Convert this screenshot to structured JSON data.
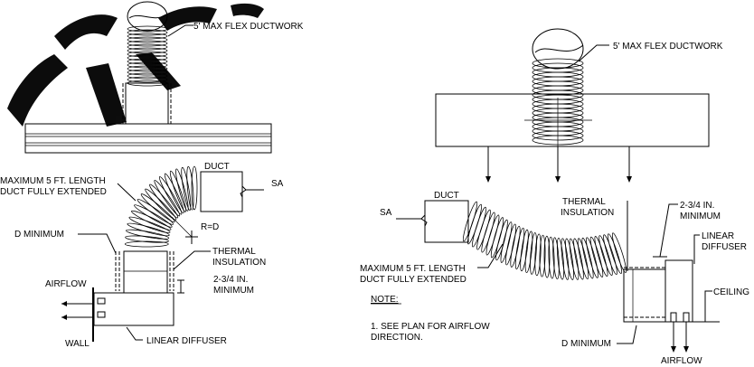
{
  "left": {
    "labels": {
      "flex_top": "5' MAX FLEX DUCTWORK",
      "duct": "DUCT",
      "sa": "SA",
      "max_len_1": "MAXIMUM 5 FT. LENGTH",
      "max_len_2": "DUCT FULLY EXTENDED",
      "radius": "R=D",
      "d_min": "D MINIMUM",
      "thermal_1": "THERMAL",
      "thermal_2": "INSULATION",
      "gap_1": "2-3/4 IN.",
      "gap_2": "MINIMUM",
      "airflow": "AIRFLOW",
      "wall": "WALL",
      "diffuser": "LINEAR DIFFUSER"
    }
  },
  "right": {
    "labels": {
      "flex_top": "5' MAX FLEX DUCTWORK",
      "duct": "DUCT",
      "sa": "SA",
      "thermal_1": "THERMAL",
      "thermal_2": "INSULATION",
      "gap_1": "2-3/4 IN.",
      "gap_2": "MINIMUM",
      "diffuser_1": "LINEAR",
      "diffuser_2": "DIFFUSER",
      "ceiling": "CEILING",
      "max_len_1": "MAXIMUM 5 FT. LENGTH",
      "max_len_2": "DUCT FULLY EXTENDED",
      "note_title": "NOTE:",
      "note_1": "1.   SEE PLAN FOR AIRFLOW",
      "note_2": "DIRECTION.",
      "d_min": "D MINIMUM",
      "airflow": "AIRFLOW"
    }
  }
}
